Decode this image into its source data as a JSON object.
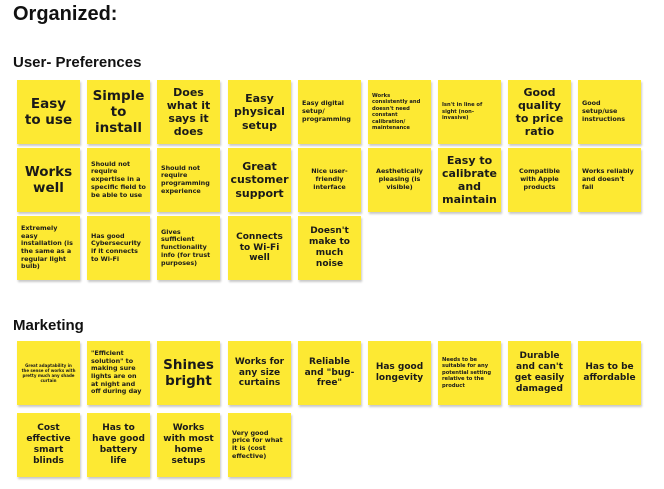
{
  "page": {
    "title": "Organized:"
  },
  "sections": {
    "user_preferences": {
      "heading": "User- Preferences",
      "notes": [
        "Easy to use",
        "Simple to install",
        "Does what it says it does",
        "Easy physical setup",
        "Easy digital setup/ programming",
        "Works consistently and doesn't need constant calibration/ maintenance",
        "Isn't in line of sight (non-invasive)",
        "Good quality to price ratio",
        "Good setup/use instructions",
        "Works well",
        "Should not require expertise in a specific field to be able to use",
        "Should not require programming experience",
        "Great customer support",
        "Nice user-friendly interface",
        "Aesthetically pleasing (is visible)",
        "Easy to calibrate and maintain",
        "Compatible with Apple products",
        "Works reliably and doesn't fail",
        "Extremely easy installation (is the same as a regular light bulb)",
        "Has good Cybersecurity if it connects to Wi-Fi",
        "Gives sufficient functionality info (for trust purposes)",
        "Connects to Wi-Fi well",
        "Doesn't make to much noise"
      ]
    },
    "marketing": {
      "heading": "Marketing",
      "notes": [
        "Great adaptability in the sense of works with pretty much any shade curtain",
        "\"Efficient solution\" to making sure lights are on at night and off during day",
        "Shines bright",
        "Works for any size curtains",
        "Reliable and \"bug-free\"",
        "Has good longevity",
        "Needs to be suitable for any potential setting relative to the product",
        "Durable and can't get easily damaged",
        "Has to be affordable",
        "Cost effective smart blinds",
        "Has to have good battery life",
        "Works with most home setups",
        "Very good price for what it is (cost effective)"
      ]
    }
  },
  "colors": {
    "sticky_note": "#fde933",
    "text": "#1a1a1a"
  }
}
